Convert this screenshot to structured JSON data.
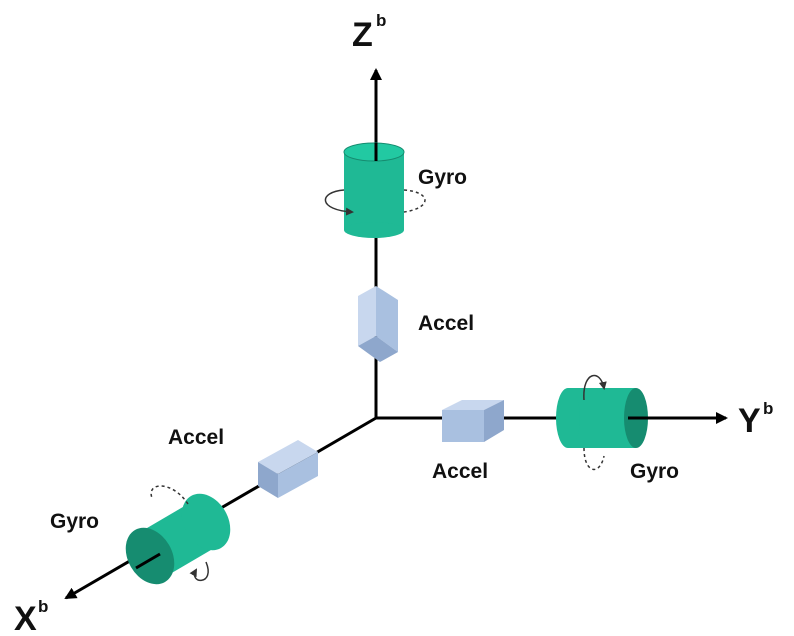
{
  "axes": {
    "z": {
      "letter": "Z",
      "superscript": "b"
    },
    "y": {
      "letter": "Y",
      "superscript": "b"
    },
    "x": {
      "letter": "X",
      "superscript": "b"
    }
  },
  "sensors": {
    "z_gyro_label": "Gyro",
    "z_accel_label": "Accel",
    "y_accel_label": "Accel",
    "y_gyro_label": "Gyro",
    "x_accel_label": "Accel",
    "x_gyro_label": "Gyro"
  },
  "colors": {
    "gyro": "#1fb995",
    "gyro_dark": "#168c70",
    "accel": "#a9c0e0",
    "accel_light": "#c8d7ee",
    "accel_dark": "#8ea7cc",
    "axis": "#000000"
  }
}
